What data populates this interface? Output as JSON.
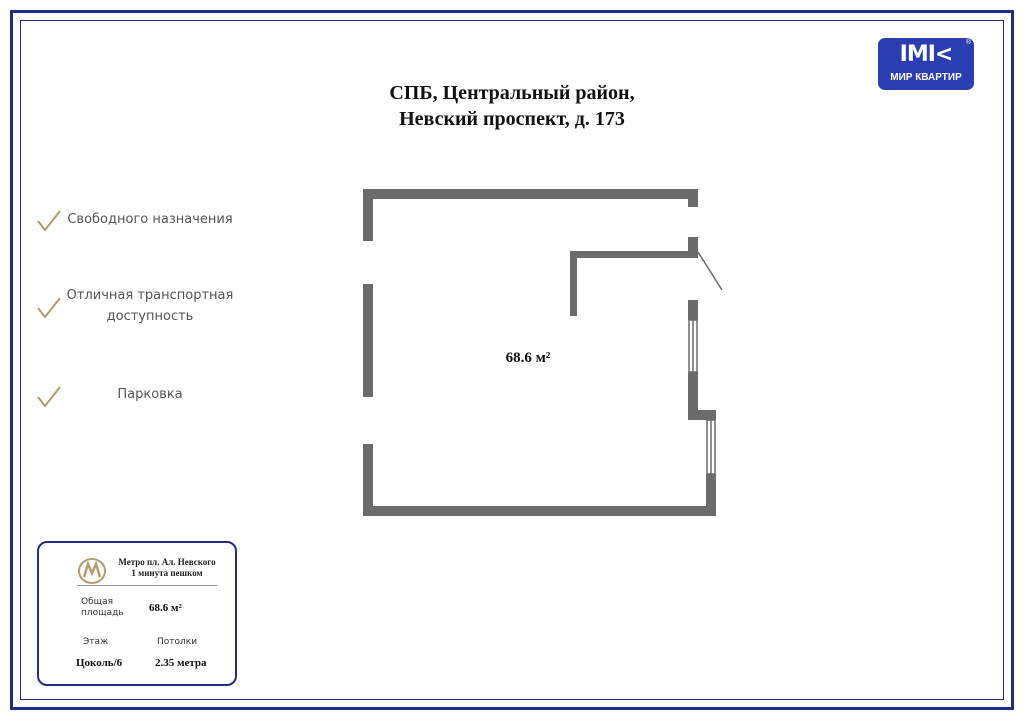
{
  "header": {
    "title_line1": "СПБ, Центральный район,",
    "title_line2": "Невский проспект, д. 173"
  },
  "logo": {
    "mark": "ӀΜӀ<",
    "text": "МИР КВАРТИР",
    "registered": "®",
    "color": "#2a3eb1"
  },
  "features": [
    {
      "label": "Свободного назначения",
      "icon": "check-icon"
    },
    {
      "label": "Отличная транспортная доступность",
      "icon": "check-icon"
    },
    {
      "label": "Парковка",
      "icon": "check-icon"
    }
  ],
  "plan": {
    "area_label": "68.6 м²",
    "wall_color": "#6b6b6b"
  },
  "info_card": {
    "metro_icon": "metro-m-icon",
    "metro_line1": "Метро пл. Ал. Невского",
    "metro_line2": "1 минута пешком",
    "total_area_label_1": "Общая",
    "total_area_label_2": "площадь",
    "total_area_value": "68.6 м²",
    "floor_label": "Этаж",
    "ceiling_label": "Потолки",
    "floor_value": "Цоколь/6",
    "ceiling_value": "2.35 метра"
  },
  "colors": {
    "frame": "#1f2d85",
    "accent_gold": "#b89a6a"
  }
}
